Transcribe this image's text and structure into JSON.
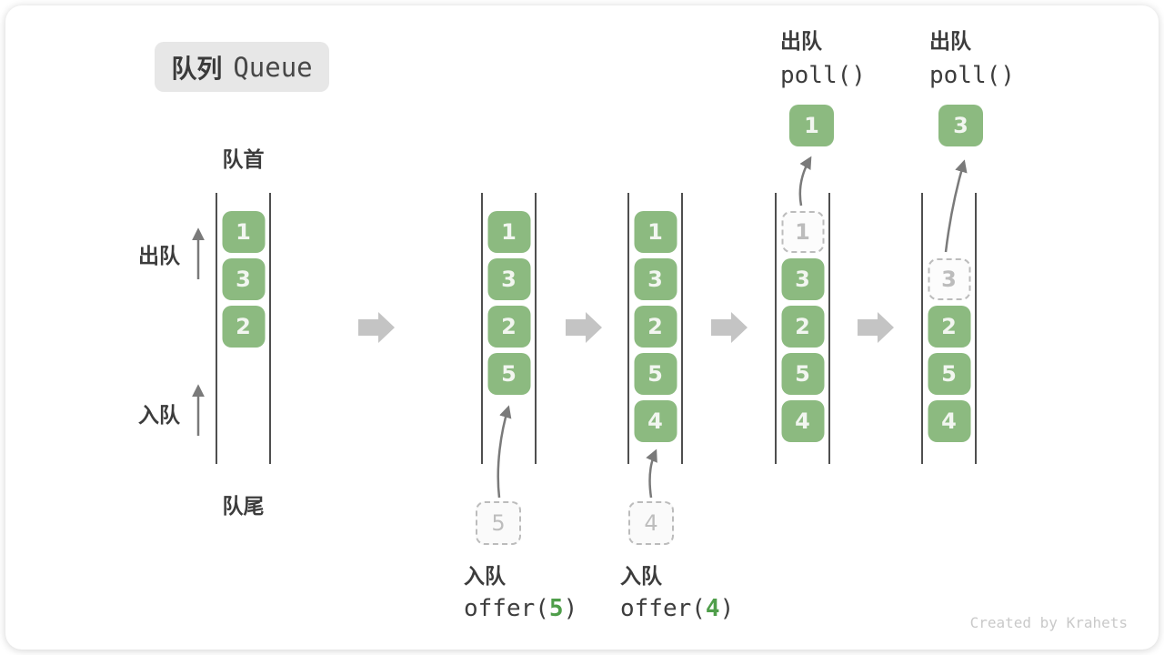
{
  "title": {
    "zh": "队列",
    "en": "Queue"
  },
  "side_labels": {
    "front": "队首",
    "rear": "队尾",
    "dequeue": "出队",
    "enqueue": "入队"
  },
  "queues": [
    [
      "1",
      "3",
      "2"
    ],
    [
      "1",
      "3",
      "2",
      "5"
    ],
    [
      "1",
      "3",
      "2",
      "5",
      "4"
    ],
    [
      "1",
      "3",
      "2",
      "5",
      "4"
    ],
    [
      "3",
      "2",
      "5",
      "4"
    ]
  ],
  "popped_values": [
    "1",
    "3"
  ],
  "staged_values": [
    "5",
    "4"
  ],
  "operations": {
    "enqueue": [
      {
        "label": "入队",
        "fn_open": "offer(",
        "arg": "5",
        "fn_close": ")"
      },
      {
        "label": "入队",
        "fn_open": "offer(",
        "arg": "4",
        "fn_close": ")"
      }
    ],
    "dequeue": [
      {
        "label": "出队",
        "fn": "poll()"
      },
      {
        "label": "出队",
        "fn": "poll()"
      }
    ]
  },
  "watermark": "Created by Krahets",
  "colors": {
    "cell_green": "#8CBA80",
    "code_green": "#4F9E4A",
    "block_arrow": "#C4C4C4",
    "line_arrow": "#7A7A7A",
    "dashed_gray": "#BCBCBC"
  }
}
